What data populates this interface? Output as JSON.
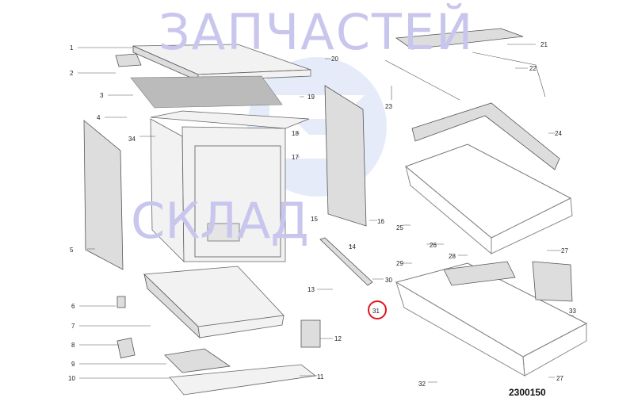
{
  "diagram": {
    "code": "2300150",
    "watermark": [
      "СКЛАД",
      "ЗАПЧАСТЕЙ"
    ],
    "highlighted_part": "31",
    "highlight_color": "#e0141e",
    "labels": [
      "1",
      "2",
      "3",
      "4",
      "5",
      "6",
      "7",
      "8",
      "9",
      "10",
      "11",
      "12",
      "13",
      "14",
      "15",
      "16",
      "17",
      "18",
      "19",
      "20",
      "21",
      "22",
      "23",
      "24",
      "25",
      "26",
      "27",
      "28",
      "29",
      "30",
      "31",
      "32",
      "33",
      "34",
      "27"
    ]
  }
}
